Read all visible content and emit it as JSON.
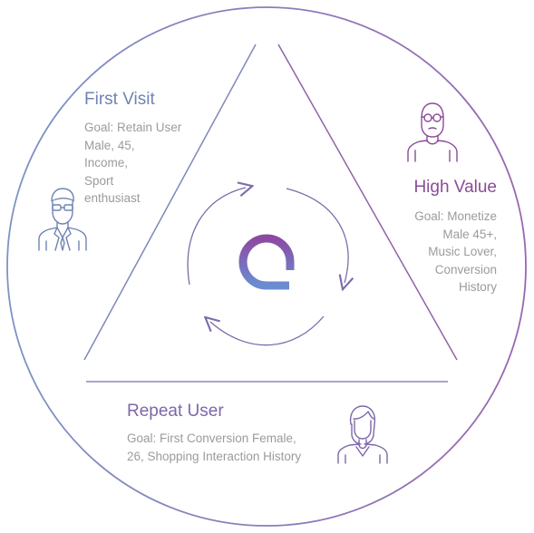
{
  "colors": {
    "first": "#6f83b3",
    "high": "#8b4b98",
    "repeat": "#7d67a8",
    "text": "#9b9b9b",
    "logo_top": "#8c49a2",
    "logo_bottom": "#6a8dd1"
  },
  "segments": {
    "first_visit": {
      "title": "First Visit",
      "lines": [
        "Goal: Retain User",
        "Male, 45,",
        "Income,",
        "Sport",
        "enthusiast"
      ],
      "icon": "businessman-icon"
    },
    "high_value": {
      "title": "High Value",
      "lines": [
        "Goal: Monetize",
        "Male 45+,",
        "Music Lover,",
        "Conversion",
        "History"
      ],
      "icon": "bald-man-glasses-icon"
    },
    "repeat_user": {
      "title": "Repeat User",
      "lines": [
        "Goal: First Conversion Female,",
        "26, Shopping Interaction History"
      ],
      "icon": "woman-icon"
    }
  },
  "center": {
    "icon": "cycle-arrows-icon",
    "logo": "brand-logo"
  }
}
